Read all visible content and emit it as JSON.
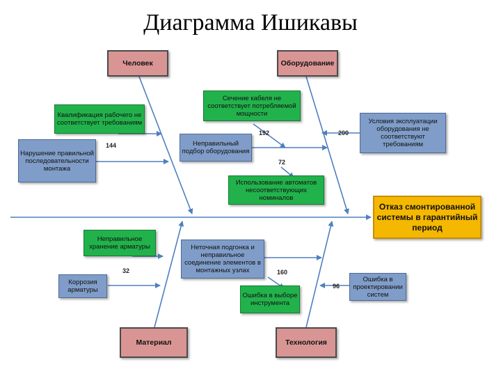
{
  "title": "Диаграмма Ишикавы",
  "effect": "Отказ смонтированной системы в гарантийный период",
  "categories": {
    "person": "Человек",
    "equipment": "Оборудование",
    "material": "Материал",
    "technology": "Технология"
  },
  "causes": {
    "qualification": "Квалификация рабочего не соответствует требованиям",
    "sequence": "Нарушение правильной последовательности монтажа",
    "cable_section": "Сечение кабеля не соответствует потребляемой мощности",
    "equipment_selection": "Неправильный подбор оборудования",
    "automatics": "Использование автоматов несоответствующих номиналов",
    "operating_conditions": "Условия эксплуатации оборудования не соответствуют требованиям",
    "storage": "Неправильное хранение арматуры",
    "corrosion": "Коррозия арматуры",
    "fitting": "Неточная подгонка и неправильное соединение элементов в монтажных узлах",
    "tool_choice": "Ошибка в выборе инструмента",
    "design_error": "Ошибка в проектировании систем"
  },
  "numbers": {
    "n144": "144",
    "n192": "192",
    "n72": "72",
    "n200": "200",
    "n32": "32",
    "n160": "160",
    "n96": "96"
  },
  "colors": {
    "arrow": "#4f7fbf",
    "category": "#d99594",
    "cause_blue": "#7f9dc8",
    "cause_green": "#22b24c",
    "effect": "#f5b800"
  }
}
